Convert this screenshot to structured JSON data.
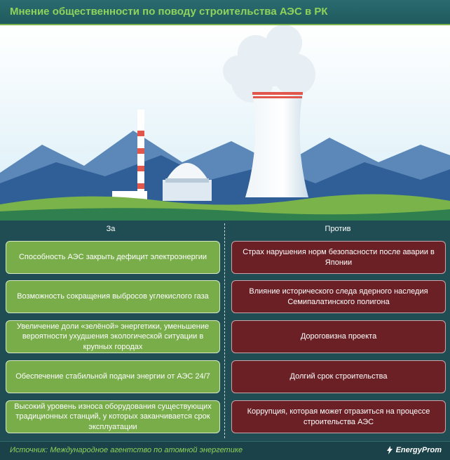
{
  "header": {
    "title": "Мнение общественности по поводу строительства АЭС в РК"
  },
  "columns": {
    "pro_title": "За",
    "con_title": "Против"
  },
  "pro_items": [
    "Способность АЭС закрыть дефицит электроэнергии",
    "Возможность сокращения выбросов углекислого газа",
    "Увеличение доли «зелёной» энергетики, уменьшение вероятности ухудшения экологической ситуации в крупных городах",
    "Обеспечение стабильной подачи энергии от АЭС 24/7",
    "Высокий уровень износа оборудования существующих традиционных станций, у которых заканчивается срок эксплуатации"
  ],
  "con_items": [
    "Страх нарушения норм безопасности после аварии в Японии",
    "Влияние исторического следа ядерного наследия Семипалатинского полигона",
    "Дороговизна проекта",
    "Долгий срок строительства",
    "Коррупция, которая может отразиться на процессе строительства АЭС"
  ],
  "footer": {
    "source": "Источник: Международное агентство по атомной энергетике",
    "logo_text": "EnergyProm"
  },
  "colors": {
    "pro": "#78ad4a",
    "con": "#6b2026",
    "accent": "#8fd35a",
    "background": "#1f4d53"
  }
}
